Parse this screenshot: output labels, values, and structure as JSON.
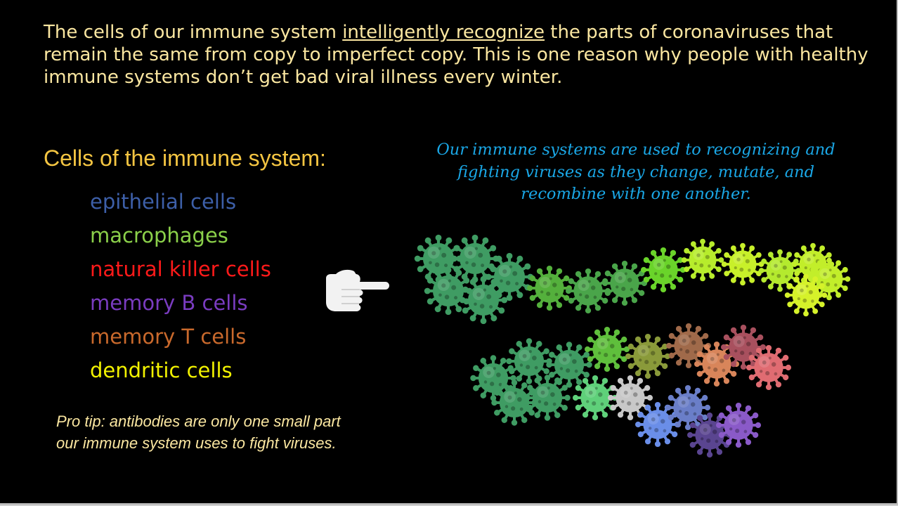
{
  "headline": {
    "before": "The cells of our immune system ",
    "underlined": "intelligently recognize",
    "after": " the parts of coronaviruses that remain the same from copy to imperfect copy.  This is one reason why people with healthy immune systems don’t get bad viral illness every winter."
  },
  "list_title": "Cells of the immune system:",
  "cells": [
    {
      "label": "epithelial cells",
      "color": "#3d5fa8"
    },
    {
      "label": "macrophages",
      "color": "#8bd04a"
    },
    {
      "label": "natural killer cells",
      "color": "#ff1a1a"
    },
    {
      "label": "memory B cells",
      "color": "#7a3cc0"
    },
    {
      "label": "memory T cells",
      "color": "#c9692c"
    },
    {
      "label": "dendritic cells",
      "color": "#f2f200"
    }
  ],
  "tip": "Pro tip: antibodies are only one small part our immune system uses to fight viruses.",
  "caption": "Our immune systems are used to recognizing and fighting viruses as they change, mutate, and recombine with one another.",
  "pointer_icon": "pointing-hand-icon",
  "virus_icon": "virus-icon"
}
